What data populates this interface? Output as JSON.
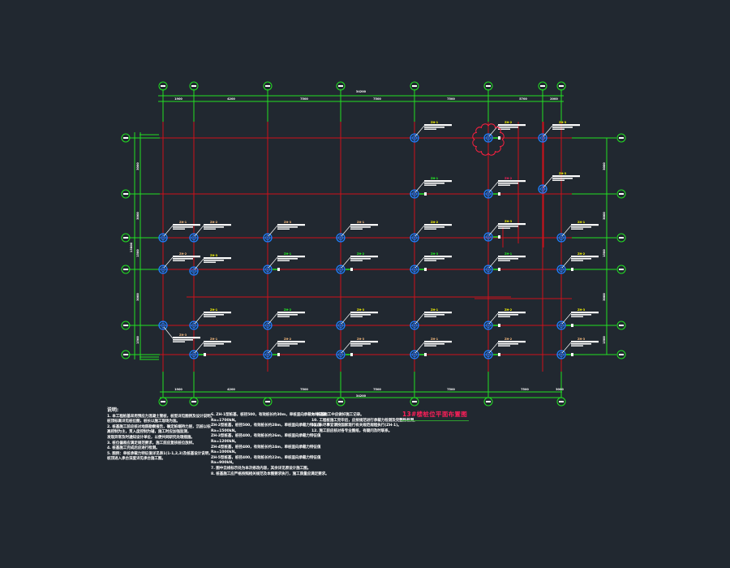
{
  "drawing": {
    "title": "13#楼桩位平面布置图",
    "colors": {
      "background": "#212830",
      "axis_grid": "#d0101a",
      "dimension": "#22e022",
      "pile": "#1e7fff",
      "label_text": "#ffffff",
      "tag_yellow": "#ffff00",
      "tag_orange": "#ffc080",
      "tag_green": "#22ff22",
      "tag_red": "#ff1f5a",
      "revision_cloud": "#ff2040"
    },
    "top_dimensions": {
      "total": "34200",
      "segments": [
        "1900",
        "4200",
        "7500",
        "7500",
        "7500",
        "5700",
        "2000"
      ]
    },
    "bottom_dimensions": {
      "total": "34200",
      "segments": [
        "1900",
        "4200",
        "7500",
        "7500",
        "7500",
        "7500",
        "3000"
      ]
    },
    "left_dimensions": {
      "total": "13800",
      "segments": [
        "3000",
        "3000",
        "1500",
        "3000",
        "1500"
      ]
    },
    "right_dimensions": {
      "total": "13800",
      "segments": [
        "3000",
        "3000",
        "1500",
        "3000",
        "1500"
      ]
    },
    "axis_bubbles_top": [
      "1",
      "2",
      "3",
      "4",
      "5",
      "6",
      "7",
      "8"
    ],
    "axis_bubbles_bottom": [
      "1",
      "2",
      "3",
      "4",
      "5",
      "6",
      "7"
    ],
    "axis_bubbles_left": [
      "A",
      "B",
      "C",
      "D",
      "E",
      "F"
    ],
    "axis_bubbles_right": [
      "A",
      "B",
      "C",
      "D",
      "E",
      "F"
    ],
    "pile_tags": [
      "ZH-1",
      "ZH-2",
      "ZH-3"
    ],
    "notes": {
      "header": "说明:",
      "col1": [
        "1. 本工程桩基采用预应力混凝土管桩，桩型详见图例及设计说明，",
        "   桩顶标高详见桩位图，桩长以施工现场为准。",
        "2. 桩基施工前应核对地质勘察报告，确定桩端持力层，沉桩以标",
        "   高控制为主，贯入度控制为辅，施工时应加强监测，",
        "   发现异常及时通知设计单位，以便共同研究处理措施。",
        "3. 桩位偏差应满足规范要求，施工前应复核桩位放样。",
        "4. 桩基施工完成后应进行检测。",
        "5. 图例：单桩承载力特征值详见表1(1-1,2,3)及桩基设计说明，",
        "   桩顶进入承台深度详见承台施工图。"
      ],
      "col2": [
        "6. ZH-1型桩基，桩径500，有效桩长约30m，单桩竖向承载力特征值",
        "   Ra=1700kN。",
        "   ZH-2型桩基，桩径500，有效桩长约28m，单桩竖向承载力特征值",
        "   Ra=1500kN。",
        "   ZH-3型桩基，桩径400，有效桩长约26m，单桩竖向承载力特征值",
        "   Ra=1200kN。",
        "   ZH-4型桩基，桩径400，有效桩长约24m，单桩竖向承载力特征值",
        "   Ra=1000kN。",
        "   ZH-5型桩基，桩径400，有效桩长约22m，单桩竖向承载力特征值",
        "   Ra=900kN。",
        "7. 图中云线标示处为本次修改内容，其余详见原设计施工图。",
        "8. 桩基施工应严格按照相关规范及本图要求执行，施工质量应满足要求。"
      ],
      "col3": [
        "9. 桩基施工中应做好施工记录。",
        "10. 工程桩施工完毕后，应按规范进行承载力检测及完整性检测。",
        "11. 未尽事宜请按国家现行有关规范规程执行(ZH-1)。",
        "12. 施工前应核对各专业图纸，有疑问及时联系。"
      ]
    }
  }
}
